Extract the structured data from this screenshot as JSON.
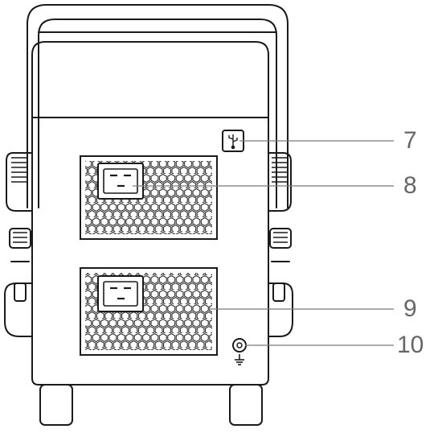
{
  "diagram": {
    "callouts": [
      {
        "number": "7",
        "part": "usb-port"
      },
      {
        "number": "8",
        "part": "power-supply-upper"
      },
      {
        "number": "9",
        "part": "power-supply-lower"
      },
      {
        "number": "10",
        "part": "ground-terminal"
      }
    ],
    "colors": {
      "line": "#1a1a1a",
      "leader": "#7a7a7a",
      "callout_text": "#666666",
      "background": "#ffffff"
    },
    "icons": {
      "usb": "usb-icon",
      "ground": "ground-symbol-icon"
    }
  }
}
